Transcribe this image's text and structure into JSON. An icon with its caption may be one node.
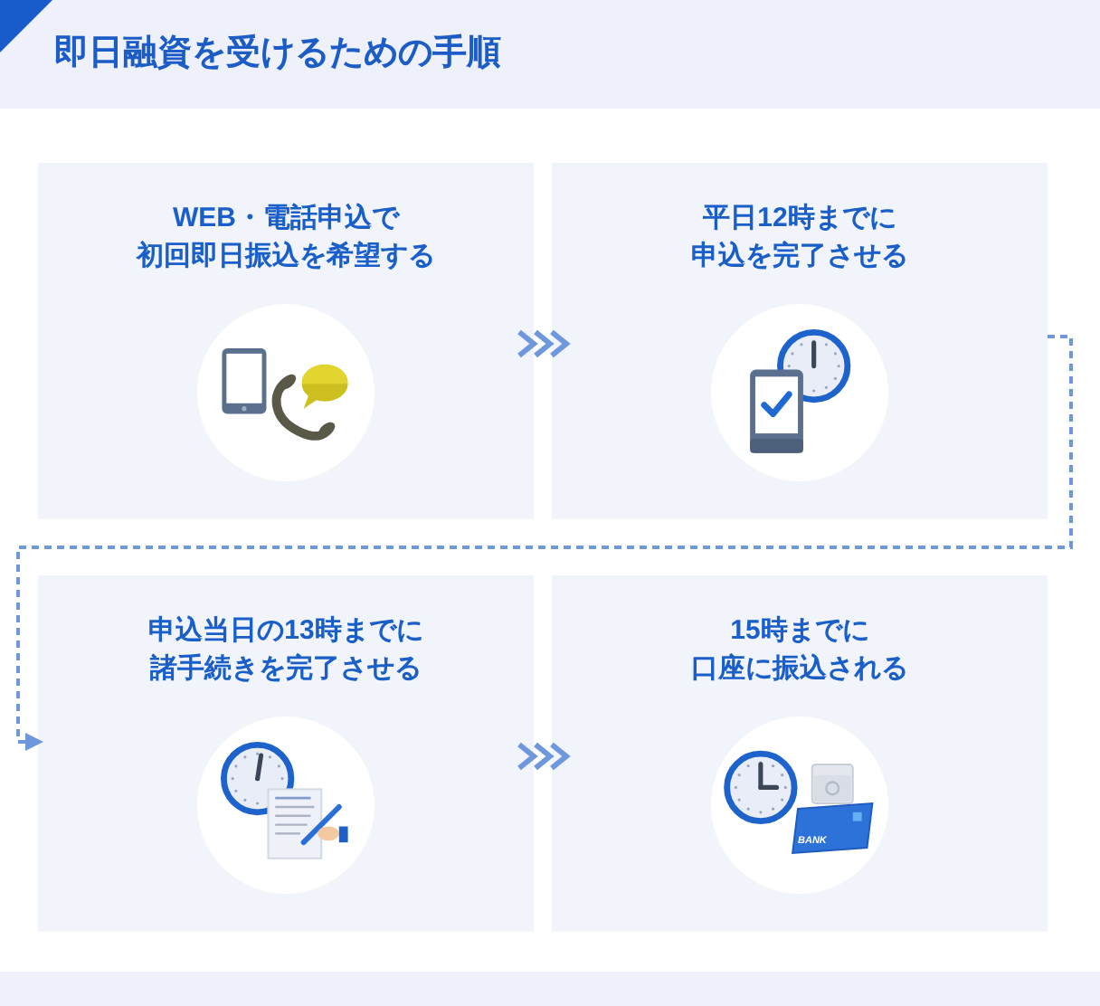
{
  "diagram": {
    "title": "即日融資を受けるための手順",
    "nodes": [
      {
        "text": [
          "WEB・電話申込で初回即日振込を希望する"
        ]
      },
      {
        "text": [
          "平日12時までに申込を完了させる"
        ]
      },
      {
        "text": [
          "申込当日の13時までに諸手続きを完了させる"
        ]
      },
      {
        "text": [
          "15時までに口座に振込される"
        ]
      }
    ],
    "edges": [
      {
        "from": 0,
        "to": 1,
        "arrow": "to"
      },
      {
        "from": 1,
        "to": 2,
        "arrow": "to",
        "style": "dashed"
      },
      {
        "from": 2,
        "to": 3,
        "arrow": "to"
      }
    ],
    "labels": [
      "BANK"
    ]
  }
}
